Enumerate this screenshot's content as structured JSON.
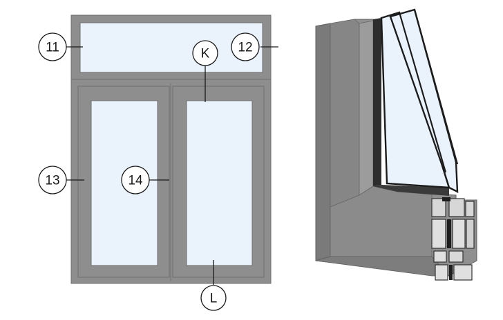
{
  "diagram": {
    "callouts": [
      {
        "id": "11",
        "text": "11"
      },
      {
        "id": "12",
        "text": "12"
      },
      {
        "id": "k",
        "text": "K"
      },
      {
        "id": "13",
        "text": "13"
      },
      {
        "id": "14",
        "text": "14"
      },
      {
        "id": "l",
        "text": "L"
      }
    ],
    "colors": {
      "frame": "#8e8e8e",
      "frame_edge": "#6f6f6f",
      "glass": "#eaf2fb",
      "profile_dark": "#7a7a7a",
      "profile_mid": "#8f8f8f",
      "profile_light": "#a6a6a6"
    }
  }
}
